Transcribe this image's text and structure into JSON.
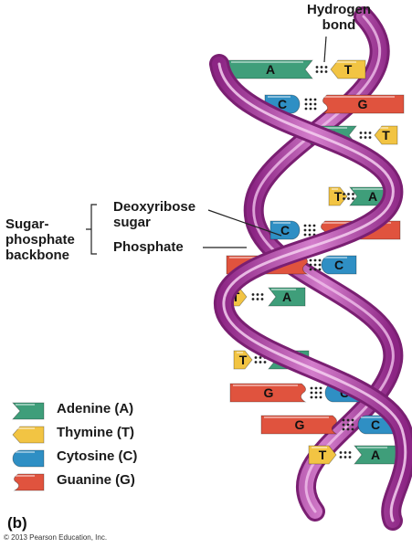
{
  "labels": {
    "hydrogen_bond": "Hydrogen\nbond",
    "deoxyribose_sugar": "Deoxyribose\nsugar",
    "phosphate": "Phosphate",
    "sugar_phosphate_backbone": "Sugar-\nphosphate\nbackbone",
    "panel": "(b)",
    "copyright": "© 2013 Pearson Education, Inc."
  },
  "legend": [
    {
      "name": "Adenine (A)",
      "color": "#3f9e7a",
      "shape": "notch"
    },
    {
      "name": "Thymine (T)",
      "color": "#f2c443",
      "shape": "arrow"
    },
    {
      "name": "Cytosine (C)",
      "color": "#2f8fc4",
      "shape": "round"
    },
    {
      "name": "Guanine (G)",
      "color": "#e0533e",
      "shape": "wave"
    }
  ],
  "base_pairs": [
    {
      "left": "A",
      "right": "T"
    },
    {
      "left": "C",
      "right": "G"
    },
    {
      "left": "A",
      "right": "T"
    },
    {
      "left": "T",
      "right": "A"
    },
    {
      "left": "C",
      "right": "G"
    },
    {
      "left": "G",
      "right": "C"
    },
    {
      "left": "T",
      "right": "A"
    },
    {
      "left": "T",
      "right": "A"
    },
    {
      "left": "G",
      "right": "C"
    },
    {
      "left": "G",
      "right": "C"
    },
    {
      "left": "T",
      "right": "A"
    }
  ],
  "colors": {
    "backbone": "#b23aa8",
    "backbone_light": "#e79ae0",
    "backbone_dark": "#7a1f72",
    "hbond": "#222222"
  }
}
